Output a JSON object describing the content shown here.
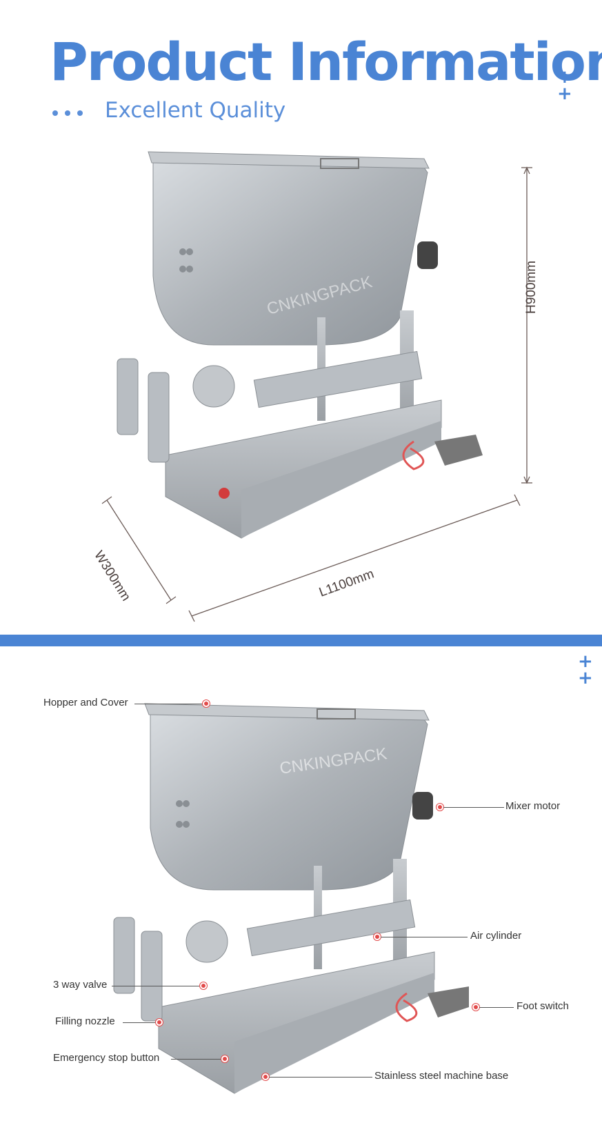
{
  "header": {
    "title": "Product Information",
    "subtitle": "Excellent Quality"
  },
  "dimensions": {
    "height": "H900mm",
    "width": "W300mm",
    "length": "L1100mm"
  },
  "watermark": "CNKINGPACK",
  "callouts": {
    "hopper": "Hopper and Cover",
    "mixer_motor": "Mixer motor",
    "air_cylinder": "Air cylinder",
    "valve": "3 way valve",
    "foot_switch": "Foot switch",
    "nozzle": "Filling nozzle",
    "emergency": "Emergency stop button",
    "base": "Stainless steel machine base"
  },
  "colors": {
    "accent": "#4a84d4",
    "marker": "#e24a4a"
  }
}
